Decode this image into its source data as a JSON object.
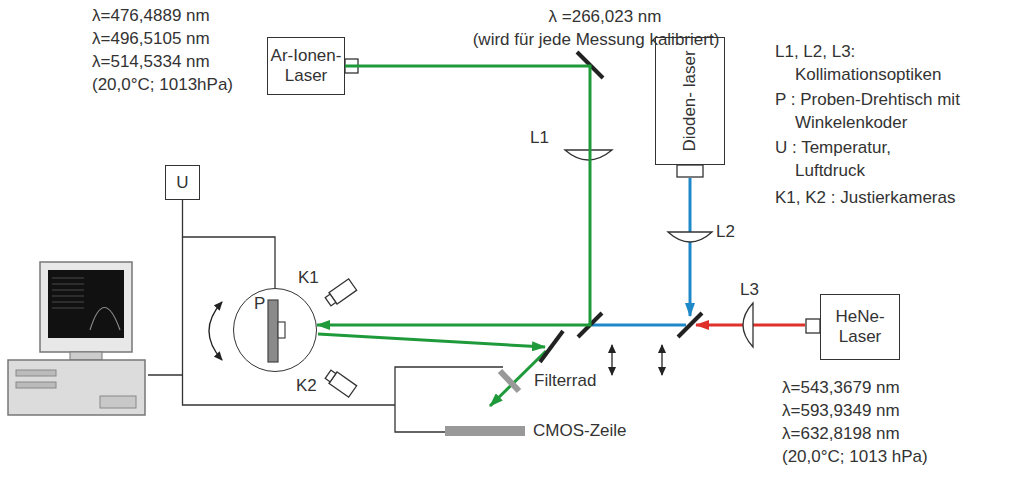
{
  "diagram": {
    "nodes": [
      {
        "text": [
          "Ar-Ionen- Laser"
        ]
      },
      {
        "text": [
          "Dioden- laser"
        ]
      },
      {
        "text": [
          "HeNe- Laser"
        ]
      },
      {
        "text": [
          "U"
        ]
      },
      {
        "text": [
          "P"
        ]
      }
    ],
    "edges": [
      {
        "from": 0,
        "to": 4,
        "arrow": "to"
      },
      {
        "from": 3,
        "to": 4,
        "arrow": "none"
      }
    ],
    "labels": [
      "λ=476,4889 nm",
      "λ=496,5105 nm",
      "λ=514,5334 nm",
      "(20,0°C; 1013hPa)",
      "λ =266,023 nm",
      "(wird für jede Messung kalibriert)",
      "L1, L2, L3: Kollimationsoptiken",
      "P : Proben-Drehtisch mit Winkelenkoder",
      "U : Temperatur, Luftdruck",
      "K1, K2 : Justierkameras",
      "L1",
      "L2",
      "L3",
      "K1",
      "K2",
      "Filterrad",
      "CMOS-Zeile",
      "λ=543,3679 nm",
      "λ=593,9349 nm",
      "λ=632,8198 nm",
      "(20,0°C; 1013 hPa)"
    ]
  }
}
